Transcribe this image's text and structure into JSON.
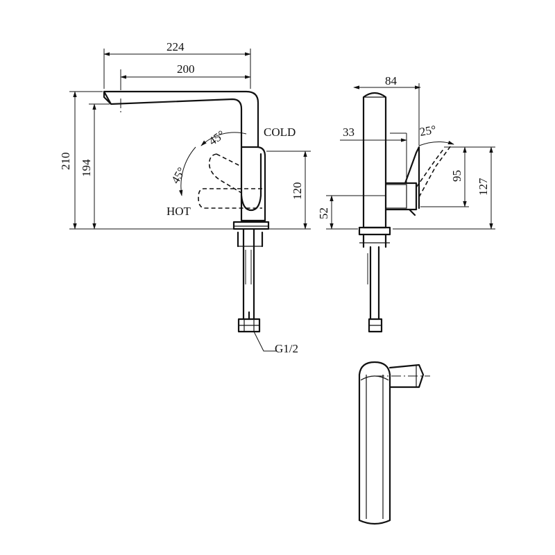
{
  "front_view": {
    "width_overall": "224",
    "spout_reach": "200",
    "height_overall": "210",
    "spout_height": "194",
    "lever_height": "120",
    "angle_cold": "45°",
    "angle_hot": "45°",
    "label_cold": "COLD",
    "label_hot": "HOT",
    "thread": "G1/2"
  },
  "side_view": {
    "depth": "84",
    "lever_offset": "33",
    "lever_angle": "25°",
    "handle_top": "95",
    "handle_height": "127",
    "base_to_axis": "52"
  }
}
